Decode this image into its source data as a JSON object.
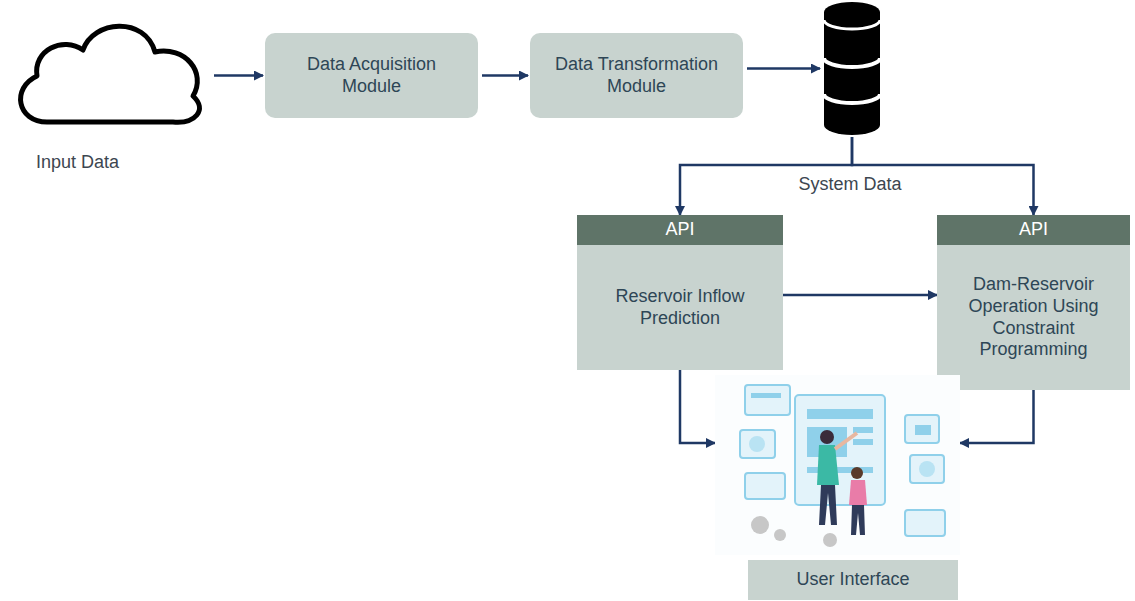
{
  "diagram": {
    "nodes": [
      {
        "text": [
          "Input Data"
        ]
      },
      {
        "text": [
          "Data Acquisition Module"
        ]
      },
      {
        "text": [
          "Data Transformation Module"
        ]
      },
      {
        "text": [
          "System Data"
        ]
      },
      {
        "text": [
          "API",
          "Reservoir Inflow Prediction"
        ]
      },
      {
        "text": [
          "API",
          "Dam-Reservoir Operation Using Constraint Programming"
        ]
      },
      {
        "text": [
          "User Interface"
        ]
      }
    ],
    "edges": [
      {
        "from": 0,
        "to": 1,
        "arrow": "to"
      },
      {
        "from": 1,
        "to": 2,
        "arrow": "to"
      },
      {
        "from": 2,
        "to": 3,
        "arrow": "to"
      },
      {
        "from": 3,
        "to": 4,
        "arrow": "to"
      },
      {
        "from": 3,
        "to": 5,
        "arrow": "to"
      },
      {
        "from": 4,
        "to": 5,
        "arrow": "to"
      },
      {
        "from": 4,
        "to": 6,
        "arrow": "to"
      },
      {
        "from": 5,
        "to": 6,
        "arrow": "to"
      }
    ]
  }
}
